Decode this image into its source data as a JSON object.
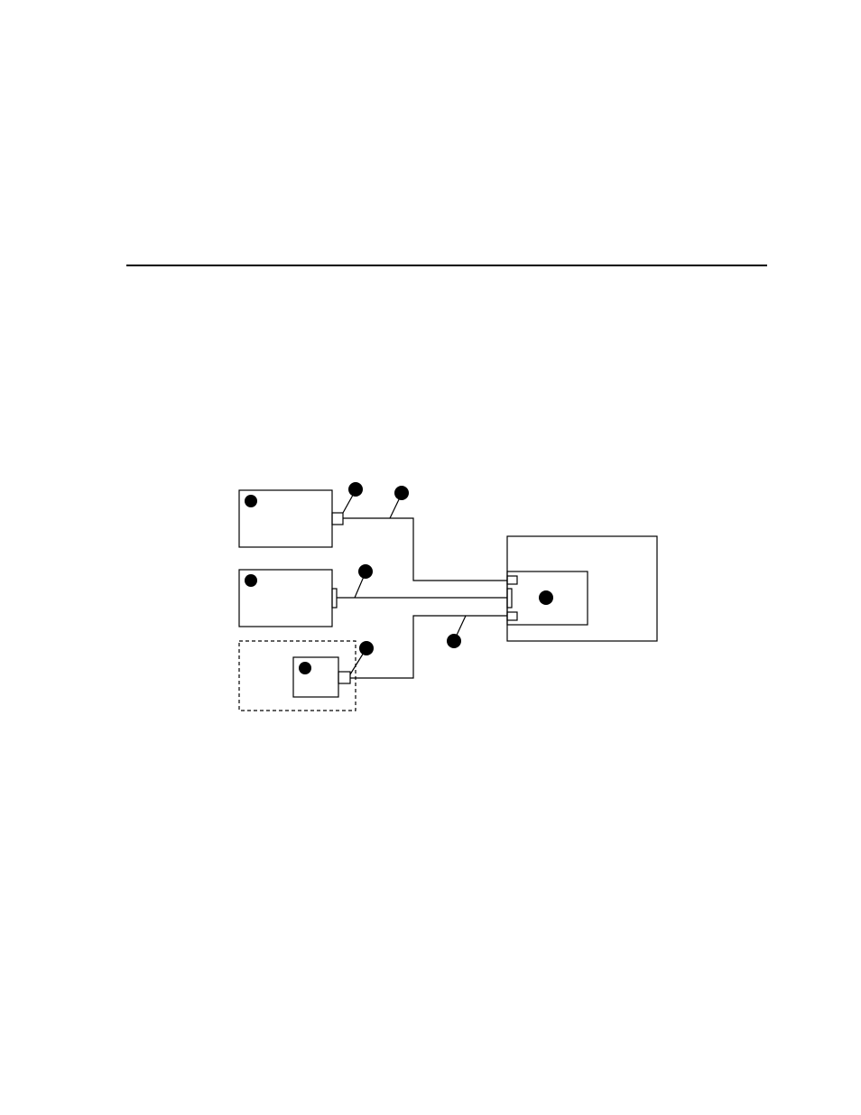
{
  "page": {
    "background": "#ffffff",
    "ink": "#000000"
  },
  "diagram": {
    "type": "cabling-diagram",
    "line_style": "black line art on white",
    "components": [
      {
        "id": "device-top",
        "kind": "device",
        "callout_markers": 1,
        "connectors": 1
      },
      {
        "id": "device-middle",
        "kind": "device",
        "callout_markers": 1,
        "connectors": 1
      },
      {
        "id": "device-bottom-inner",
        "kind": "device",
        "enclosure": "dashed",
        "callout_markers": 1,
        "connectors": 1
      },
      {
        "id": "host-unit",
        "kind": "host",
        "contains": "host-module"
      },
      {
        "id": "host-module",
        "kind": "module",
        "callout_markers": 1,
        "connectors": 3
      }
    ],
    "cables": [
      {
        "from": "device-top",
        "to": "host-module",
        "callout_markers": 2
      },
      {
        "from": "device-middle",
        "to": "host-module",
        "callout_markers": 1
      },
      {
        "from": "device-bottom-inner",
        "to": "host-module",
        "callout_markers": 2
      }
    ],
    "callout_markers": {
      "count": 9,
      "style": "filled black circle",
      "numbers_visible": false
    }
  }
}
